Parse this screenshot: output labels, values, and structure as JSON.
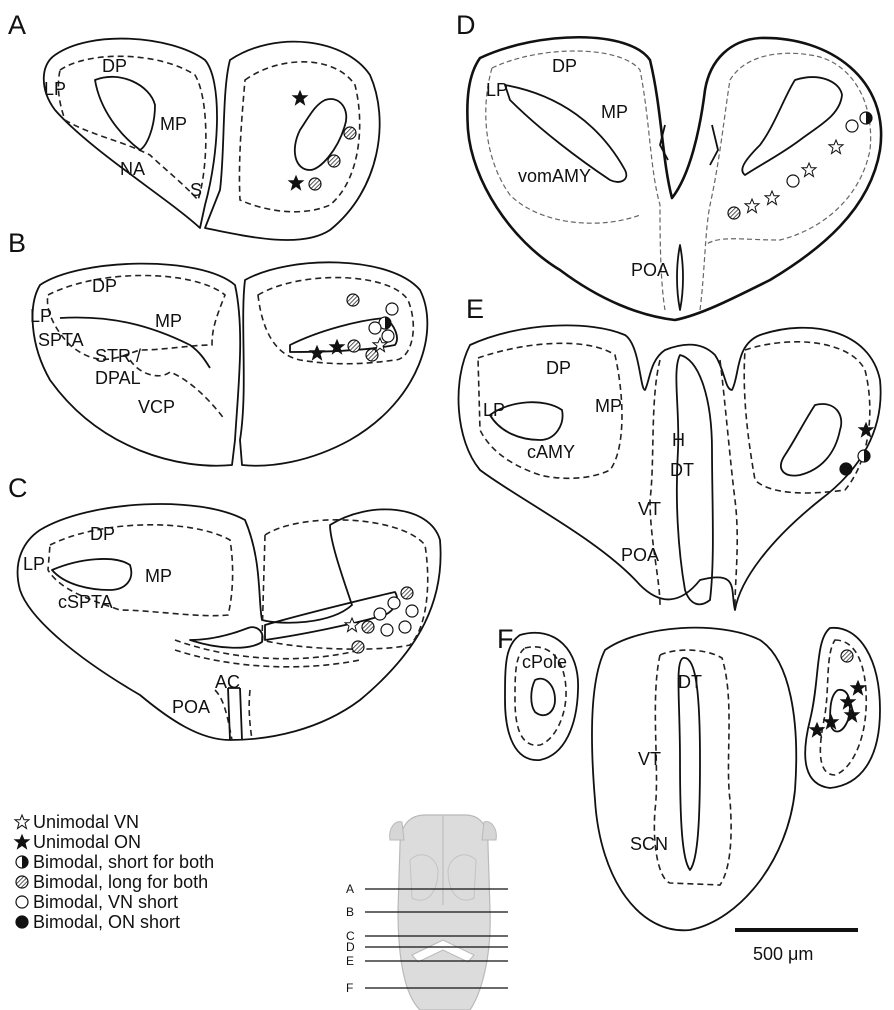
{
  "panels": {
    "A": {
      "letter": "A",
      "regions": [
        "DP",
        "LP",
        "MP",
        "NA",
        "S"
      ]
    },
    "B": {
      "letter": "B",
      "regions": [
        "DP",
        "LP",
        "MP",
        "SPTA",
        "STR /",
        "DPAL",
        "VCP"
      ]
    },
    "C": {
      "letter": "C",
      "regions": [
        "DP",
        "LP",
        "MP",
        "cSPTA",
        "AC",
        "POA"
      ]
    },
    "D": {
      "letter": "D",
      "regions": [
        "DP",
        "LP",
        "MP",
        "vomAMY",
        "POA"
      ]
    },
    "E": {
      "letter": "E",
      "regions": [
        "DP",
        "LP",
        "MP",
        "cAMY",
        "H",
        "DT",
        "VT",
        "POA"
      ]
    },
    "F": {
      "letter": "F",
      "regions": [
        "cPole",
        "DT",
        "VT",
        "SCN"
      ]
    }
  },
  "legend": [
    {
      "symbol": "open-star",
      "label": "Unimodal VN"
    },
    {
      "symbol": "filled-star",
      "label": "Unimodal ON"
    },
    {
      "symbol": "half-circle",
      "label": "Bimodal, short for both"
    },
    {
      "symbol": "hatched-circle",
      "label": "Bimodal, long for both"
    },
    {
      "symbol": "open-circle",
      "label": "Bimodal, VN short"
    },
    {
      "symbol": "filled-circle",
      "label": "Bimodal, ON short"
    }
  ],
  "section_levels": [
    "A",
    "B",
    "C",
    "D",
    "E",
    "F"
  ],
  "scale_bar": {
    "label": "500 μm"
  }
}
